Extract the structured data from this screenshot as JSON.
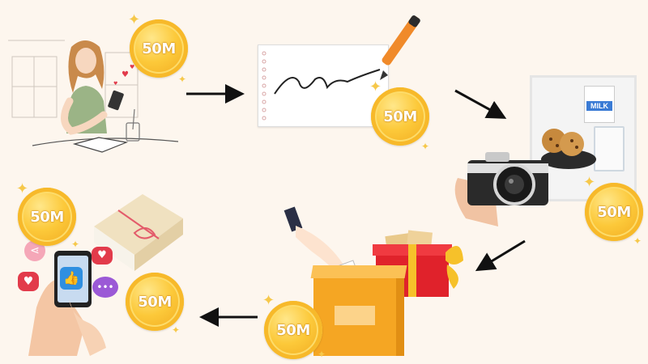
{
  "coins": {
    "label": "50M"
  },
  "colors": {
    "background": "#fdf6ee",
    "coin": "#fcc93a",
    "arrow": "#111111",
    "gift_red": "#e0222b",
    "box_orange": "#f5a623",
    "like_blue": "#2f8fe0"
  },
  "scenes": [
    {
      "name": "woman-using-phone",
      "icon": "phone-illustration"
    },
    {
      "name": "signature-on-paper",
      "icon": "pen-icon"
    },
    {
      "name": "camera-photographing-food",
      "icon": "camera-icon"
    },
    {
      "name": "hand-dropping-ballot-with-gifts",
      "icon": "ballot-box-icon"
    },
    {
      "name": "social-media-gift",
      "icon": "thumbs-up-icon"
    }
  ],
  "milk_carton": {
    "text": "MILK"
  }
}
